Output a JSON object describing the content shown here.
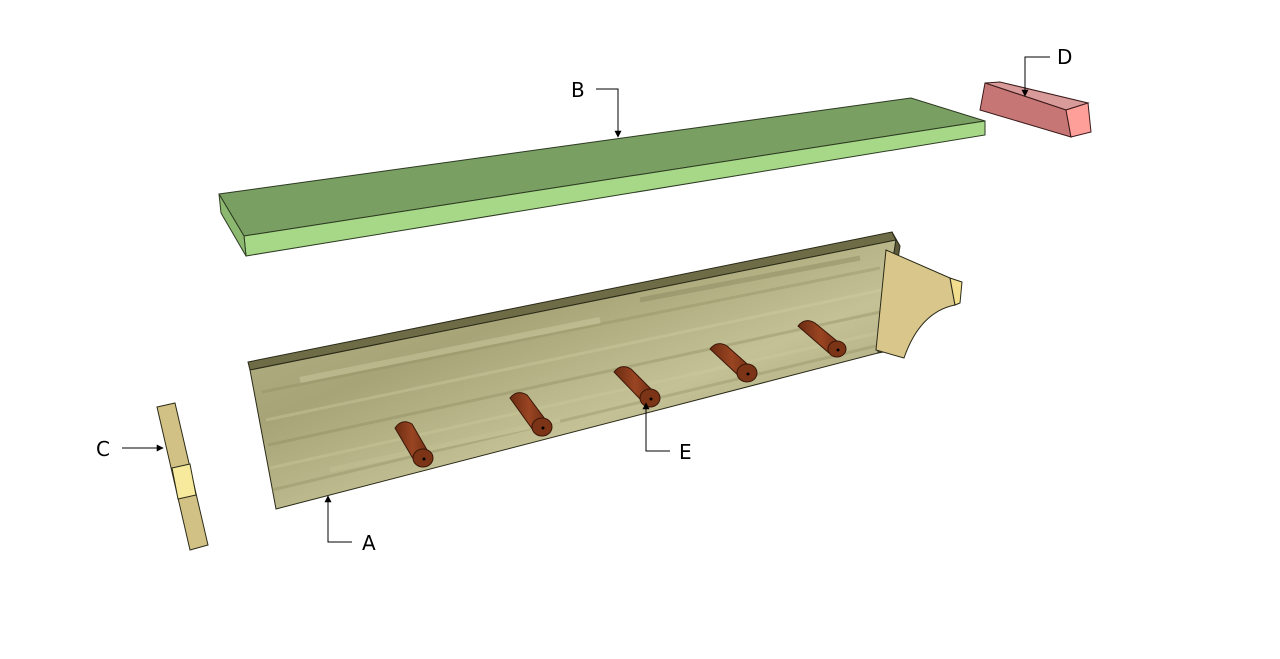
{
  "labels": {
    "a": "A",
    "b": "B",
    "c": "C",
    "d": "D",
    "e": "E"
  },
  "colors": {
    "background": "#ffffff",
    "shelf_top": "#78a060",
    "shelf_front": "#a5d884",
    "board_light": "#c7c49a",
    "board_mid": "#a8a676",
    "board_dark": "#7d7b52",
    "bracket": "#d9c78a",
    "bracket_end": "#f1df8f",
    "cleat_top": "#c77b7b",
    "cleat_end": "#ff9f9a",
    "peg": "#8a3a1a",
    "peg_end": "#6b2a10",
    "leader": "#000000"
  }
}
